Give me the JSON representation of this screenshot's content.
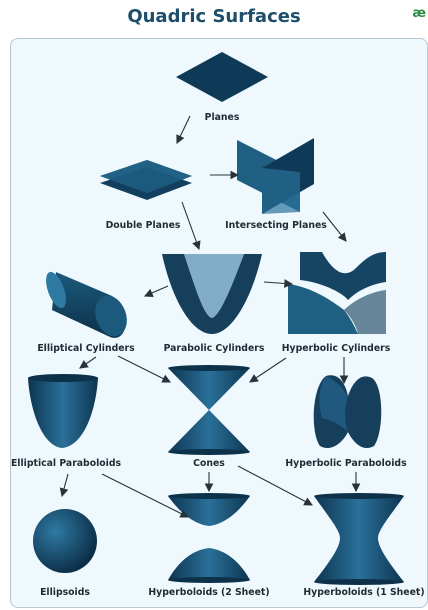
{
  "title": "Quadric Surfaces",
  "logo": "æ",
  "colors": {
    "shape_dark": "#0f3a57",
    "shape_mid": "#1e5f82",
    "shape_light": "#2f7aa3",
    "panel": "#eef8fd",
    "title": "#1f4e6b"
  },
  "nodes": {
    "planes": "Planes",
    "double_planes": "Double Planes",
    "intersecting_planes": "Intersecting Planes",
    "elliptical_cylinders": "Elliptical Cylinders",
    "parabolic_cylinders": "Parabolic Cylinders",
    "hyperbolic_cylinders": "Hyperbolic Cylinders",
    "elliptical_paraboloids": "Elliptical Paraboloids",
    "cones": "Cones",
    "hyperbolic_paraboloids": "Hyperbolic Paraboloids",
    "ellipsoids": "Ellipsoids",
    "hyperboloids_2": "Hyperboloids (2 Sheet)",
    "hyperboloids_1": "Hyperboloids (1 Sheet)"
  }
}
